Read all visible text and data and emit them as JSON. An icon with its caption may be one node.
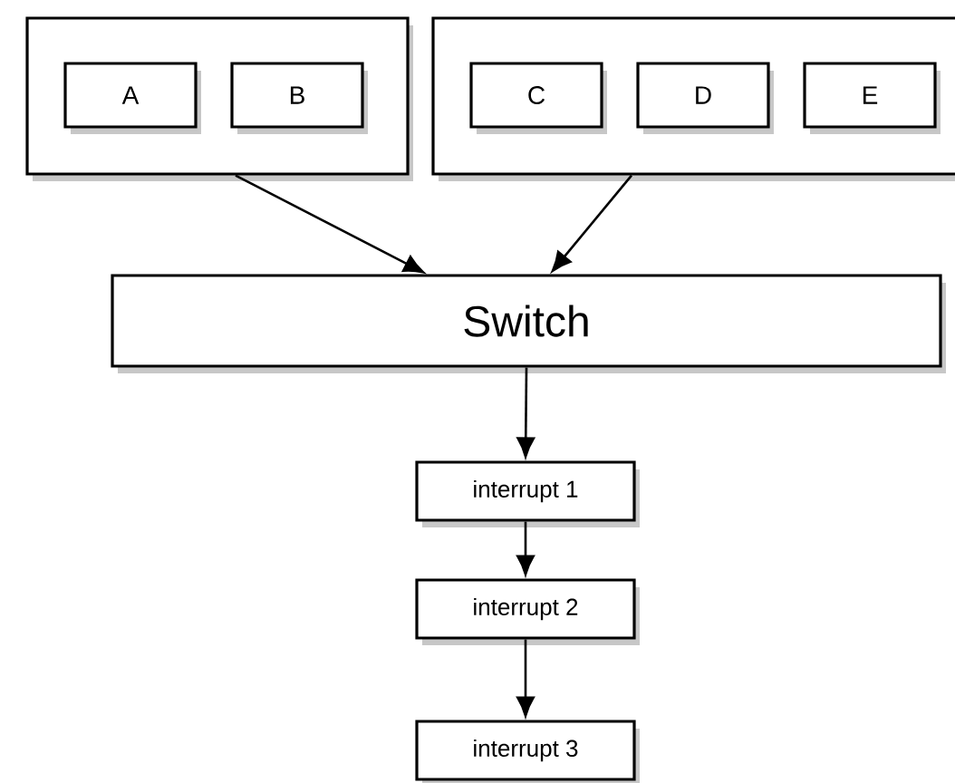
{
  "diagram": {
    "nodes": [
      {
        "text": [],
        "shape": "box"
      },
      {
        "text": [
          "A"
        ],
        "in": 0
      },
      {
        "text": [
          "B"
        ],
        "in": 0
      },
      {
        "text": [],
        "shape": "box"
      },
      {
        "text": [
          "C"
        ],
        "in": 3
      },
      {
        "text": [
          "D"
        ],
        "in": 3
      },
      {
        "text": [
          "E"
        ],
        "in": 3
      },
      {
        "text": [
          "Switch"
        ]
      },
      {
        "text": [
          "interrupt 1"
        ]
      },
      {
        "text": [
          "interrupt 2"
        ]
      },
      {
        "text": [
          "interrupt 3"
        ]
      }
    ],
    "edges": [
      {
        "from": 0,
        "to": 7,
        "arrow": "to"
      },
      {
        "from": 3,
        "to": 7,
        "arrow": "to"
      },
      {
        "from": 7,
        "to": 8,
        "arrow": "to"
      },
      {
        "from": 8,
        "to": 9,
        "arrow": "to"
      },
      {
        "from": 9,
        "to": 10,
        "arrow": "to"
      }
    ]
  }
}
